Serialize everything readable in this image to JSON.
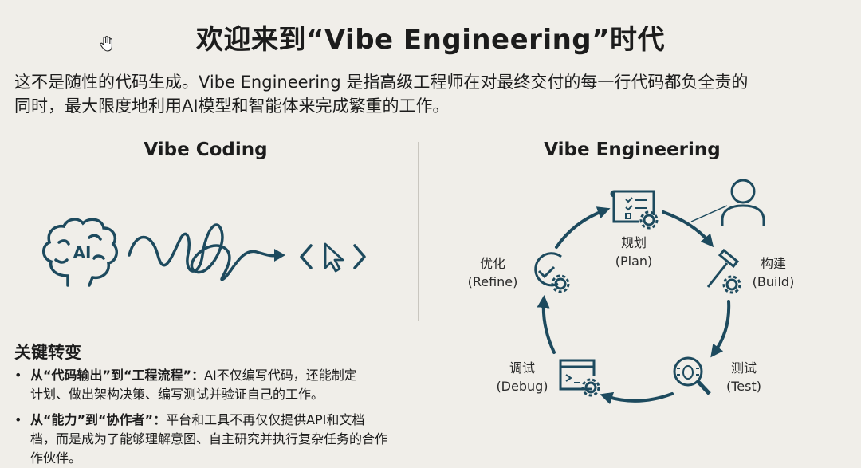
{
  "title": "欢迎来到“Vibe Engineering”时代",
  "description": {
    "line1": "这不是随性的代码生成。Vibe Engineering 是指高级工程师在对最终交付的每一行代码都负全责的",
    "line2": "同时，最大限度地利用AI模型和智能体来完成繁重的工作。"
  },
  "left": {
    "heading": "Vibe Coding",
    "brain_label": "AI"
  },
  "right": {
    "heading": "Vibe Engineering",
    "steps": [
      {
        "zh": "规划",
        "en": "(Plan)"
      },
      {
        "zh": "构建",
        "en": "(Build)"
      },
      {
        "zh": "测试",
        "en": "(Test)"
      },
      {
        "zh": "调试",
        "en": "(Debug)"
      },
      {
        "zh": "优化",
        "en": "(Refine)"
      }
    ]
  },
  "key_changes": {
    "heading": "关键转变",
    "bullets": [
      {
        "bold": "从“代码输出”到“工程流程”：",
        "line1_rest": "AI不仅编写代码，还能制定",
        "line2": "计划、做出架构决策、编写测试并验证自己的工作。"
      },
      {
        "bold": "从“能力”到“协作者”：",
        "line1_rest": "平台和工具不再仅仅提供API和文档",
        "line2": "档，而是成为了能够理解意图、自主研究并执行复杂任务的合作",
        "line3": "作伙伴。"
      }
    ]
  },
  "colors": {
    "icon": "#1d4a5e",
    "background": "#f0eee9"
  }
}
